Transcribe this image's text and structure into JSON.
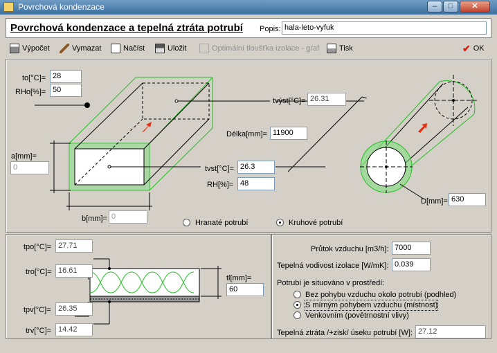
{
  "window": {
    "title": "Povrchová kondenzace",
    "min": "–",
    "max": "□",
    "close": "✕"
  },
  "header": {
    "heading": "Povrchová kondenzace a tepelná ztráta potrubí",
    "popis_label": "Popis:",
    "popis_value": "hala-leto-vyfuk"
  },
  "toolbar": {
    "calc": "Výpočet",
    "clear": "Vymazat",
    "load": "Načíst",
    "save": "Uložit",
    "opt": "Optimální tloušťka izolace - graf",
    "print": "Tisk",
    "ok": "OK"
  },
  "inputs": {
    "to_label": "to[°C]=",
    "to_value": "28",
    "rho_label": "RHo[%]=",
    "rho_value": "50",
    "tvyst_label": "tvýst[°C]=",
    "tvyst_value": "26.31",
    "delka_label": "Délka[mm]=",
    "delka_value": "11900",
    "a_label": "a[mm]=",
    "a_value": "0",
    "b_label": "b[mm]=",
    "b_value": "0",
    "tvst_label": "tvst[°C]=",
    "tvst_value": "26.3",
    "rh_label": "RH[%]=",
    "rh_value": "48",
    "d_label": "D[mm]=",
    "d_value": "630",
    "shape_rect": "Hranaté potrubí",
    "shape_round": "Kruhové potrubí"
  },
  "layer": {
    "tpo_label": "tpo[°C]=",
    "tpo_value": "27.71",
    "tro_label": "tro[°C]=",
    "tro_value": "16.61",
    "tl_label": "tl[mm]=",
    "tl_value": "60",
    "tpv_label": "tpv[°C]=",
    "tpv_value": "26.35",
    "trv_label": "trv[°C]=",
    "trv_value": "14.42"
  },
  "params": {
    "flow_label": "Průtok vzduchu [m3/h]:",
    "flow_value": "7000",
    "cond_label": "Tepelná vodivost izolace [W/mK]:",
    "cond_value": "0.039",
    "env_label": "Potrubí je situováno v prostředí:",
    "env_options": [
      "Bez pohybu vzduchu okolo potrubí (podhled)",
      "S mírným pohybem vzduchu (místnost)",
      "Venkovním (povětrnostní vlivy)"
    ],
    "loss_label": "Tepelná ztráta /+zisk/ úseku potrubí [W]:",
    "loss_value": "27.12"
  },
  "colors": {
    "insulation": "#22c022",
    "accent": "#e03010"
  }
}
